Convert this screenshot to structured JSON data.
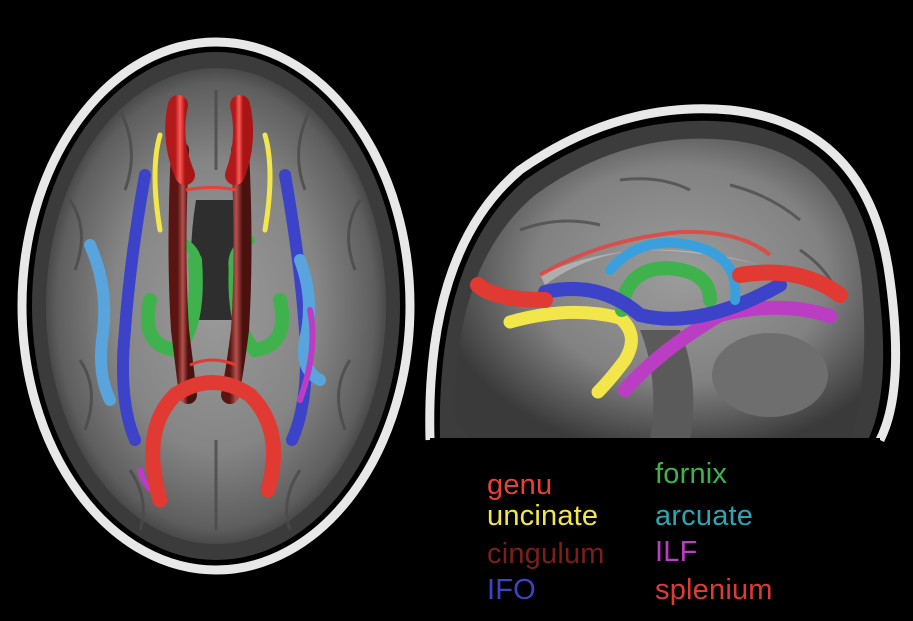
{
  "legend": {
    "genu": {
      "label": "genu",
      "color": "#e8403a"
    },
    "uncinate": {
      "label": "uncinate",
      "color": "#f2e64a"
    },
    "cingulum": {
      "label": "cingulum",
      "color": "#7a1f1a"
    },
    "ifo": {
      "label": "IFO",
      "color": "#3c43c8"
    },
    "fornix": {
      "label": "fornix",
      "color": "#3fb24d"
    },
    "arcuate": {
      "label": "arcuate",
      "color": "#2aa7b3"
    },
    "ilf": {
      "label": "ILF",
      "color": "#bb3dc4"
    },
    "splenium": {
      "label": "splenium",
      "color": "#e03a32"
    }
  },
  "scan": {
    "background": "#000000",
    "skull": "#e6e6e6",
    "tissue": "#8a8a8a"
  }
}
